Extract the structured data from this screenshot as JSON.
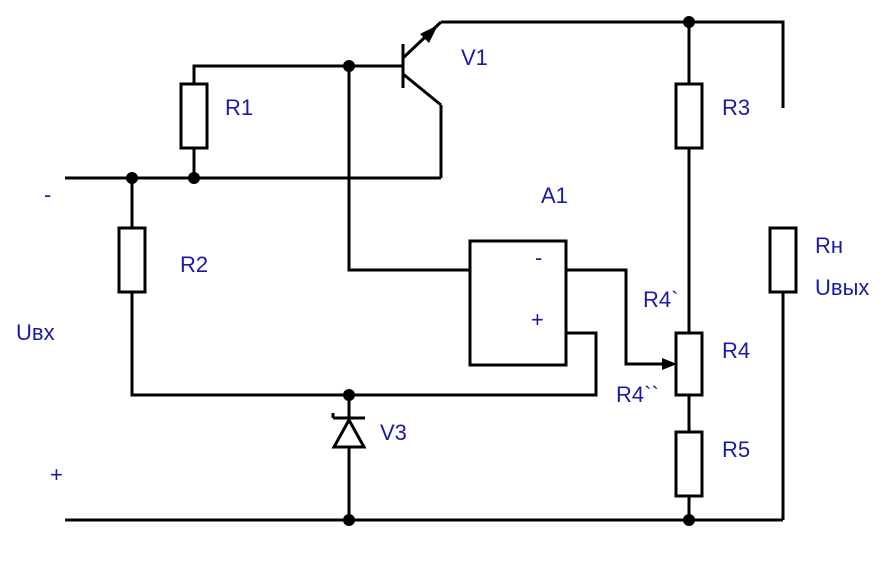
{
  "labels": {
    "V1": "V1",
    "R1": "R1",
    "R2": "R2",
    "R3": "R3",
    "A1": "A1",
    "Rn": "Rн",
    "Uout": "Uвых",
    "Uin": "Uвх",
    "R4": "R4",
    "R4a": "R4`",
    "R4b": "R4``",
    "R5": "R5",
    "V3": "V3",
    "in_minus": "-",
    "in_plus": "+",
    "opamp_minus": "-",
    "opamp_plus": "+"
  }
}
